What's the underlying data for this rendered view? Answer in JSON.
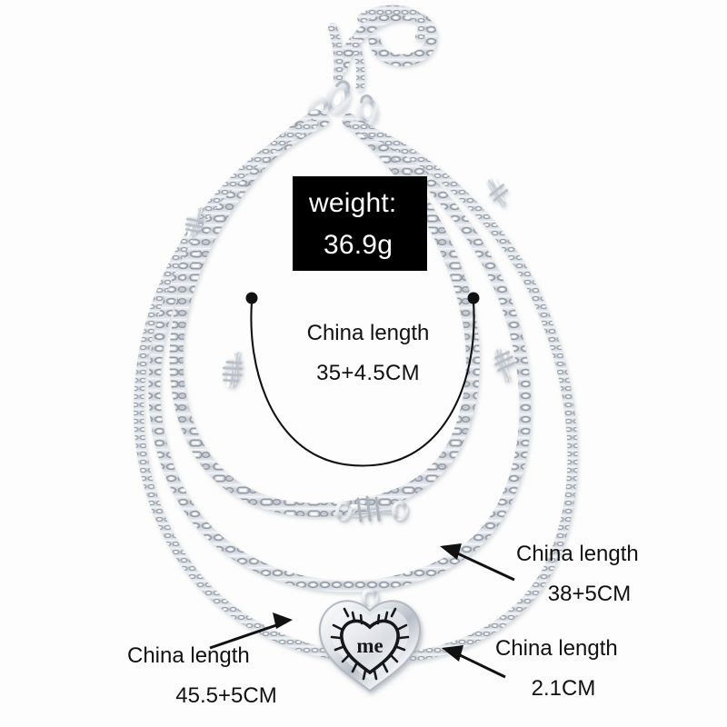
{
  "image": {
    "subject": "layered-silver-necklace-set",
    "background_color": "#fdfdfd",
    "annotation_color": "#111111",
    "metal_color": "#c8ccd2",
    "metal_highlight": "#ffffff",
    "callout_box_bg": "#000000",
    "callout_box_text": "#ffffff"
  },
  "weight_callout": {
    "label": "weight:",
    "value": "36.9g"
  },
  "pendant": {
    "engraved_text": "me",
    "shape": "heart"
  },
  "annotations": [
    {
      "id": "curve",
      "label": "China length",
      "value": "35+4.5CM",
      "marker": "curve-with-end-dots"
    },
    {
      "id": "right-upper",
      "label": "China length",
      "value": "38+5CM",
      "marker": "arrow-pointing-left"
    },
    {
      "id": "right-lower",
      "label": "China length",
      "value": "2.1CM",
      "marker": "arrow-pointing-left"
    },
    {
      "id": "bottom-left",
      "label": "China length",
      "value": "45.5+5CM",
      "marker": "arrow-pointing-upright"
    }
  ]
}
